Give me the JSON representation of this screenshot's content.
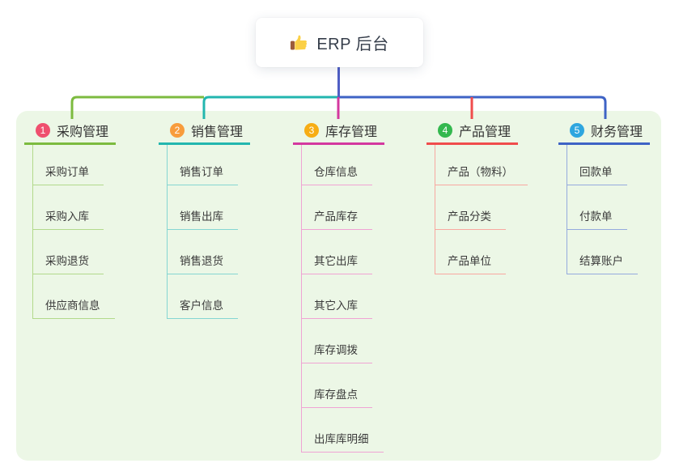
{
  "root": {
    "title": "ERP 后台",
    "icon": "thumbs-up-icon"
  },
  "panel": {
    "background": "#ECF7E6"
  },
  "connectors": {
    "stem_color": "#4F5EC5"
  },
  "branches": [
    {
      "badge": "1",
      "label": "采购管理",
      "color": "#7CBB3F",
      "light_color": "#B2D98B",
      "badge_color": "#EF4F6E",
      "children": [
        "采购订单",
        "采购入库",
        "采购退货",
        "供应商信息"
      ]
    },
    {
      "badge": "2",
      "label": "销售管理",
      "color": "#23B6AF",
      "light_color": "#85D6D2",
      "badge_color": "#F89C3C",
      "children": [
        "销售订单",
        "销售出库",
        "销售退货",
        "客户信息"
      ]
    },
    {
      "badge": "3",
      "label": "库存管理",
      "color": "#D4389F",
      "light_color": "#F0A3D4",
      "badge_color": "#F7AD14",
      "children": [
        "仓库信息",
        "产品库存",
        "其它出库",
        "其它入库",
        "库存调拨",
        "库存盘点",
        "出库库明细"
      ]
    },
    {
      "badge": "4",
      "label": "产品管理",
      "color": "#F04C4C",
      "light_color": "#F8A8A0",
      "badge_color": "#33B84E",
      "children": [
        "产品（物料）",
        "产品分类",
        "产品单位"
      ]
    },
    {
      "badge": "5",
      "label": "财务管理",
      "color": "#3E63C5",
      "light_color": "#94AADD",
      "badge_color": "#2EA6DF",
      "children": [
        "回款单",
        "付款单",
        "结算账户"
      ]
    }
  ]
}
